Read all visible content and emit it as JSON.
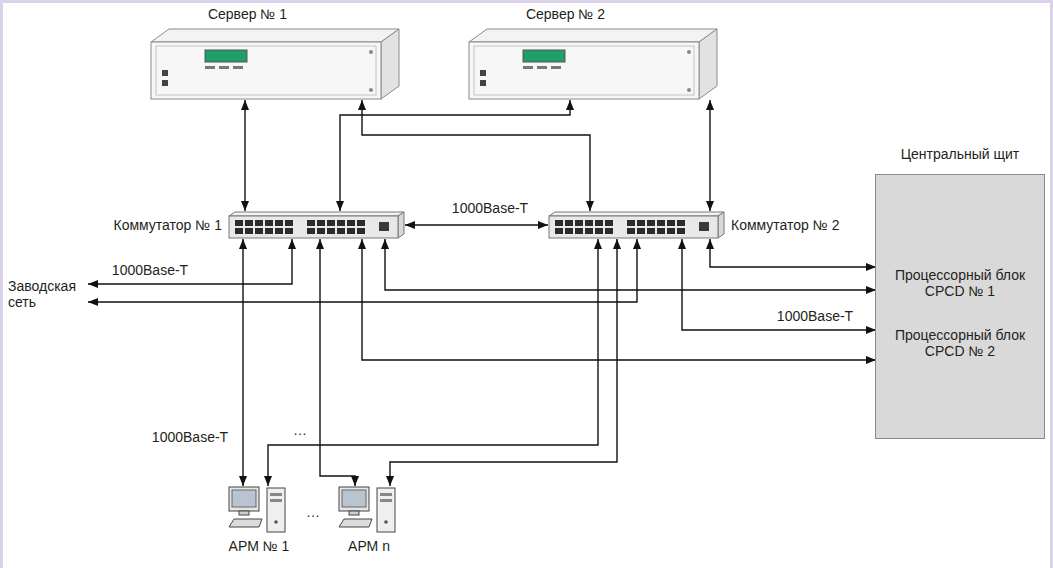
{
  "diagram": {
    "nodes": [
      {
        "text": [
          "Сервер № 1"
        ]
      },
      {
        "text": [
          "Сервер № 2"
        ]
      },
      {
        "text": [
          "Коммутатор № 1"
        ]
      },
      {
        "text": [
          "Коммутатор № 2"
        ]
      },
      {
        "text": [
          "Центральный щит"
        ]
      },
      {
        "text": [
          "Процессорный блок CPCD № 1"
        ],
        "in": 4
      },
      {
        "text": [
          "Заводская сеть"
        ]
      },
      {
        "text": [
          "Процессорный блок CPCD № 2"
        ],
        "in": 4
      },
      {
        "text": [
          "АРМ № 1"
        ]
      },
      {
        "text": [
          "АРМ n"
        ]
      }
    ],
    "edges": [
      {
        "from": 0,
        "to": 2,
        "arrow": "both"
      },
      {
        "from": 0,
        "to": 3,
        "arrow": "both"
      },
      {
        "from": 2,
        "to": 1,
        "arrow": "both"
      },
      {
        "from": 1,
        "to": 3,
        "arrow": "both"
      },
      {
        "from": 2,
        "to": 3,
        "label": "1000Base-T",
        "arrow": "both"
      },
      {
        "from": 3,
        "to": 5,
        "arrow": "both"
      },
      {
        "from": 2,
        "to": 5,
        "arrow": "both"
      },
      {
        "from": 2,
        "to": 6,
        "label": "1000Base-T",
        "arrow": "both"
      },
      {
        "from": 3,
        "to": 6,
        "arrow": "both"
      },
      {
        "from": 3,
        "to": 7,
        "label": "1000Base-T",
        "arrow": "both"
      },
      {
        "from": 2,
        "to": 7,
        "arrow": "both"
      },
      {
        "from": 2,
        "to": 8,
        "label": "1000Base-T",
        "arrow": "both"
      },
      {
        "from": 3,
        "to": 8,
        "arrow": "both"
      },
      {
        "from": 3,
        "to": 9,
        "arrow": "both"
      },
      {
        "from": 2,
        "to": 9,
        "arrow": "both"
      }
    ],
    "labels": [
      "…",
      "…"
    ]
  }
}
